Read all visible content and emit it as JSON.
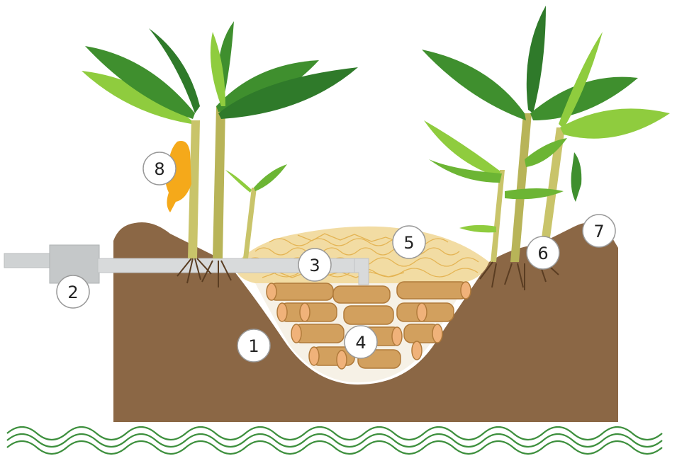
{
  "markers": [
    {
      "id": "m1",
      "label": "1"
    },
    {
      "id": "m2",
      "label": "2"
    },
    {
      "id": "m3",
      "label": "3"
    },
    {
      "id": "m4",
      "label": "4"
    },
    {
      "id": "m5",
      "label": "5"
    },
    {
      "id": "m6",
      "label": "6"
    },
    {
      "id": "m7",
      "label": "7"
    },
    {
      "id": "m8",
      "label": "8"
    }
  ],
  "colors": {
    "soil": "#8b6745",
    "leaf_dark": "#3f8f2e",
    "leaf_light": "#8fcc3e",
    "stem": "#c9c46a",
    "mulch": "#eecb84",
    "log": "#d2a05e",
    "log_end": "#f0b27a",
    "pipe": "#cfd2d3",
    "water": "#3d8f3d",
    "bunch": "#f5a91a"
  },
  "icons": {
    "log_pile": "log-pile-icon",
    "mulch": "mulch-icon",
    "pipe": "pipe-icon",
    "banana_plant": "banana-plant-icon",
    "water": "water-waves-icon"
  }
}
